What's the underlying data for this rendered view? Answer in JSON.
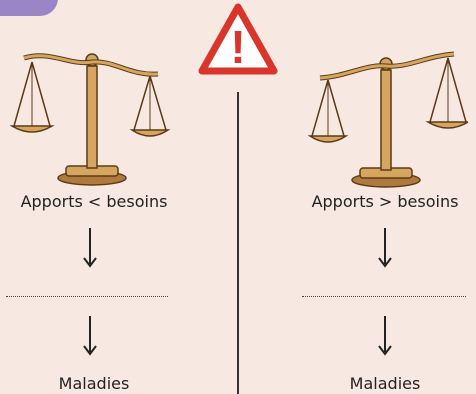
{
  "left_column": {
    "condition": "Apports < besoins",
    "blank": "",
    "result": "Maladies"
  },
  "right_column": {
    "condition": "Apports > besoins",
    "blank": "",
    "result": "Maladies"
  },
  "warning_symbol": "!",
  "colors": {
    "background": "#f7e8e2",
    "warning_red": "#d9352a",
    "scale_gold": "#d6a660",
    "tab_purple": "#9a86c6"
  }
}
